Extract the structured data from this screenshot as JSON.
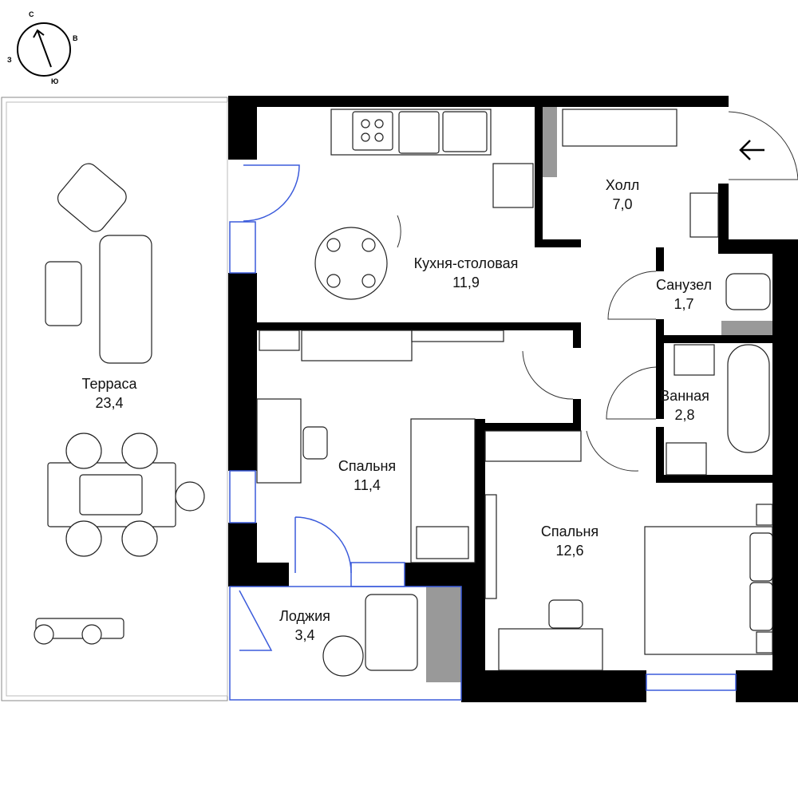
{
  "compass": {
    "north": "С",
    "east": "В",
    "south": "Ю",
    "west": "З"
  },
  "rooms": [
    {
      "name": "Кухня-столовая",
      "area": "11,9"
    },
    {
      "name": "Холл",
      "area": "7,0"
    },
    {
      "name": "Санузел",
      "area": "1,7"
    },
    {
      "name": "Ванная",
      "area": "2,8"
    },
    {
      "name": "Терраса",
      "area": "23,4"
    },
    {
      "name": "Спальня",
      "area": "11,4"
    },
    {
      "name": "Спальня",
      "area": "12,6"
    },
    {
      "name": "Лоджия",
      "area": "3,4"
    }
  ],
  "colors": {
    "wall": "#000000",
    "window": "#3b5bdb",
    "shaft": "#999999",
    "furniture": "#222222"
  }
}
